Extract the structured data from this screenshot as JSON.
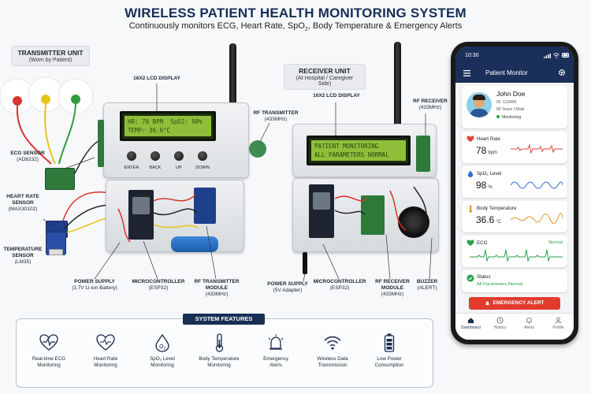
{
  "title": "WIRELESS PATIENT HEALTH MONITORING SYSTEM",
  "subtitle_parts": [
    "Continuously monitors ECG, Heart Rate, SpO",
    "2",
    ", Body Temperature & Emergency Alerts"
  ],
  "transmitter": {
    "label": "TRANSMITTER UNIT",
    "sublabel": "(Worn by Patient)",
    "lcd_label": "16X2 LCD DISPLAY",
    "lcd_line1": "HR: 78 BPM  SpO2: 98%",
    "lcd_line2": "TEMP: 36.6°C",
    "buttons": [
      "ENTER",
      "BACK",
      "UP",
      "DOWN"
    ],
    "ecg_sensor": [
      "ECG SENSOR",
      "(AD8232)"
    ],
    "hr_sensor": [
      "HEART RATE",
      "SENSOR",
      "(MAX30102)"
    ],
    "temp_sensor": [
      "TEMPERATURE",
      "SENSOR",
      "(LM35)"
    ],
    "rf_tx": [
      "RF TRANSMITTER",
      "(433MHz)"
    ],
    "power": [
      "POWER SUPPLY",
      "(3.7V Li-ion Battery)"
    ],
    "mcu": [
      "MICROCONTROLLER",
      "(ESP32)"
    ],
    "rf_module": [
      "RF TRANSMITTER",
      "MODULE",
      "(433MHz)"
    ]
  },
  "receiver": {
    "label": "RECEIVER UNIT",
    "sublabel": "(At Hospital / Caregiver Side)",
    "lcd_label": "16X2 LCD DISPLAY",
    "lcd_line1": "PATIENT MONITORING",
    "lcd_line2": "ALL PARAMETERS NORMAL",
    "rf_rx": [
      "RF RECEIVER",
      "(433MHz)"
    ],
    "power": [
      "POWER SUPPLY",
      "(5V Adapter)"
    ],
    "mcu": [
      "MICROCONTROLLER",
      "(ESP32)"
    ],
    "rf_module": [
      "RF RECEIVER",
      "MODULE",
      "(433MHz)"
    ],
    "buzzer": [
      "BUZZER",
      "(ALERT)"
    ]
  },
  "features": {
    "title": "SYSTEM FEATURES",
    "items": [
      {
        "icon": "heart-ecg-icon",
        "line1": "Real-time ECG",
        "line2": "Monitoring"
      },
      {
        "icon": "heart-icon",
        "line1": "Heart Rate",
        "line2": "Monitoring"
      },
      {
        "icon": "oxygen-icon",
        "line1": "SpO₂ Level",
        "line2": "Monitoring"
      },
      {
        "icon": "thermometer-icon",
        "line1": "Body Temperature",
        "line2": "Monitoring"
      },
      {
        "icon": "alarm-icon",
        "line1": "Emergency",
        "line2": "Alerts"
      },
      {
        "icon": "wifi-icon",
        "line1": "Wireless Data",
        "line2": "Transmission"
      },
      {
        "icon": "battery-icon",
        "line1": "Low Power",
        "line2": "Consumption"
      }
    ]
  },
  "phone": {
    "time": "10:30",
    "app_title": "Patient Monitor",
    "patient": {
      "name": "John Doe",
      "id": "ID: 123456",
      "info": "65 Years | Male",
      "status": "Monitoring"
    },
    "cards": [
      {
        "label": "Heart Rate",
        "value": "78",
        "unit": "bpm",
        "color": "#e0453a"
      },
      {
        "label": "SpO₂ Level",
        "value": "98",
        "unit": "%",
        "color": "#2e6fd6"
      },
      {
        "label": "Body Temperature",
        "value": "36.6",
        "unit": "°C",
        "color": "#e8912a"
      },
      {
        "label": "ECG",
        "badge": "Normal",
        "color": "#27a046"
      }
    ],
    "status_label": "Status",
    "status_value": "All Parameters Normal",
    "alert_button": "EMERGENCY ALERT",
    "nav": [
      "Dashboard",
      "History",
      "Alerts",
      "Profile"
    ]
  }
}
